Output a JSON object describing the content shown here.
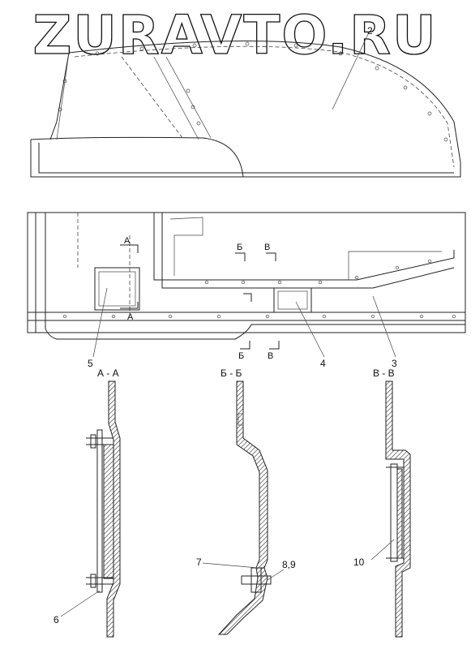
{
  "watermark": "ZURAVTO.RU",
  "callouts": {
    "c2": "2",
    "c3": "3",
    "c4": "4",
    "c5": "5",
    "c6": "6",
    "c7": "7",
    "c89": "8,9",
    "c10": "10"
  },
  "cut_marks": {
    "a": "A",
    "b": "Б",
    "v": "В"
  },
  "section_titles": {
    "aa": "А - А",
    "bb": "Б - Б",
    "vv": "В - В"
  }
}
